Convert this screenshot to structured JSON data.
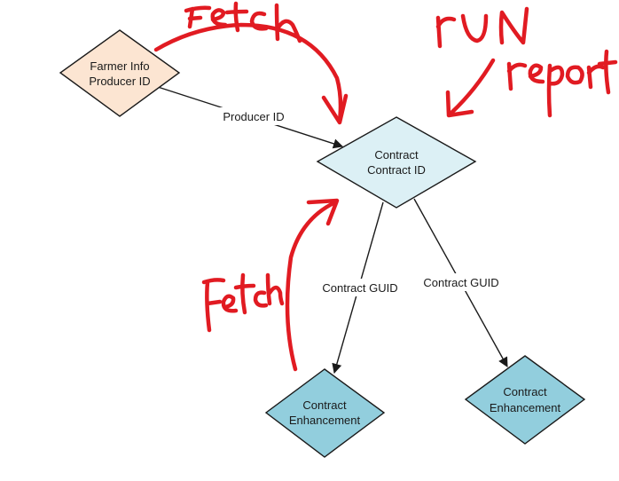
{
  "colors": {
    "farmer_fill": "#fce5d2",
    "contract_fill": "#dcf0f5",
    "enhancement_fill": "#92cedd",
    "outline": "#1a1a1a",
    "annotation": "#e11b22"
  },
  "nodes": {
    "farmer": {
      "line1": "Farmer Info",
      "line2": "Producer ID"
    },
    "contract": {
      "line1": "Contract",
      "line2": "Contract ID"
    },
    "enhancement_left": {
      "line1": "Contract",
      "line2": "Enhancement"
    },
    "enhancement_right": {
      "line1": "Contract",
      "line2": "Enhancement"
    }
  },
  "edges": {
    "producer": {
      "label": "Producer ID"
    },
    "guid_left": {
      "label": "Contract GUID"
    },
    "guid_right": {
      "label": "Contract GUID"
    }
  },
  "annotations": {
    "fetch_top": "Fetch",
    "fetch_left": "Fetch",
    "run_report_line1": "run",
    "run_report_line2": "report"
  }
}
